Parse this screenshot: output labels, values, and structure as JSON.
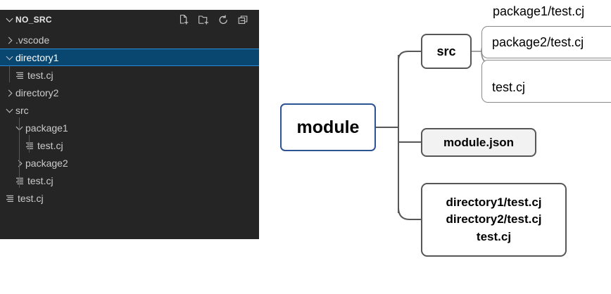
{
  "explorer": {
    "title": "NO_SRC",
    "header_twisty": "chevron-down-icon",
    "actions": [
      {
        "name": "new-file-icon",
        "label": "New File"
      },
      {
        "name": "new-folder-icon",
        "label": "New Folder"
      },
      {
        "name": "refresh-icon",
        "label": "Refresh Explorer"
      },
      {
        "name": "collapse-all-icon",
        "label": "Collapse Folders in Explorer"
      }
    ],
    "tree": [
      {
        "label": ".vscode",
        "type": "folder",
        "state": "collapsed",
        "depth": 0,
        "selected": false
      },
      {
        "label": "directory1",
        "type": "folder",
        "state": "expanded",
        "depth": 0,
        "selected": true
      },
      {
        "label": "test.cj",
        "type": "file",
        "state": "none",
        "depth": 1,
        "selected": false
      },
      {
        "label": "directory2",
        "type": "folder",
        "state": "collapsed",
        "depth": 0,
        "selected": false
      },
      {
        "label": "src",
        "type": "folder",
        "state": "expanded",
        "depth": 0,
        "selected": false
      },
      {
        "label": "package1",
        "type": "folder",
        "state": "expanded",
        "depth": 1,
        "selected": false
      },
      {
        "label": "test.cj",
        "type": "file",
        "state": "none",
        "depth": 2,
        "selected": false
      },
      {
        "label": "package2",
        "type": "folder",
        "state": "collapsed",
        "depth": 1,
        "selected": false
      },
      {
        "label": "test.cj",
        "type": "file",
        "state": "none",
        "depth": 1,
        "selected": false
      },
      {
        "label": "test.cj",
        "type": "file",
        "state": "none",
        "depth": 0,
        "selected": false
      }
    ]
  },
  "diagram": {
    "root": "module",
    "src": "src",
    "module_json": "module.json",
    "package1_file": "package1/test.cj",
    "package2_file": "package2/test.cj",
    "src_test_file": "test.cj",
    "root_files_line1": "directory1/test.cj",
    "root_files_line2": "directory2/test.cj",
    "root_files_line3": "test.cj"
  },
  "colors": {
    "sidebar_bg": "#252526",
    "selection_bg": "#094771",
    "selection_border": "#2a8ad4",
    "sidebar_text": "#cccccc",
    "module_border": "#2e5395",
    "node_border": "#575757",
    "module_json_fill": "#f2f2f2",
    "connector": "#575757",
    "page_bg": "#ffffff"
  }
}
